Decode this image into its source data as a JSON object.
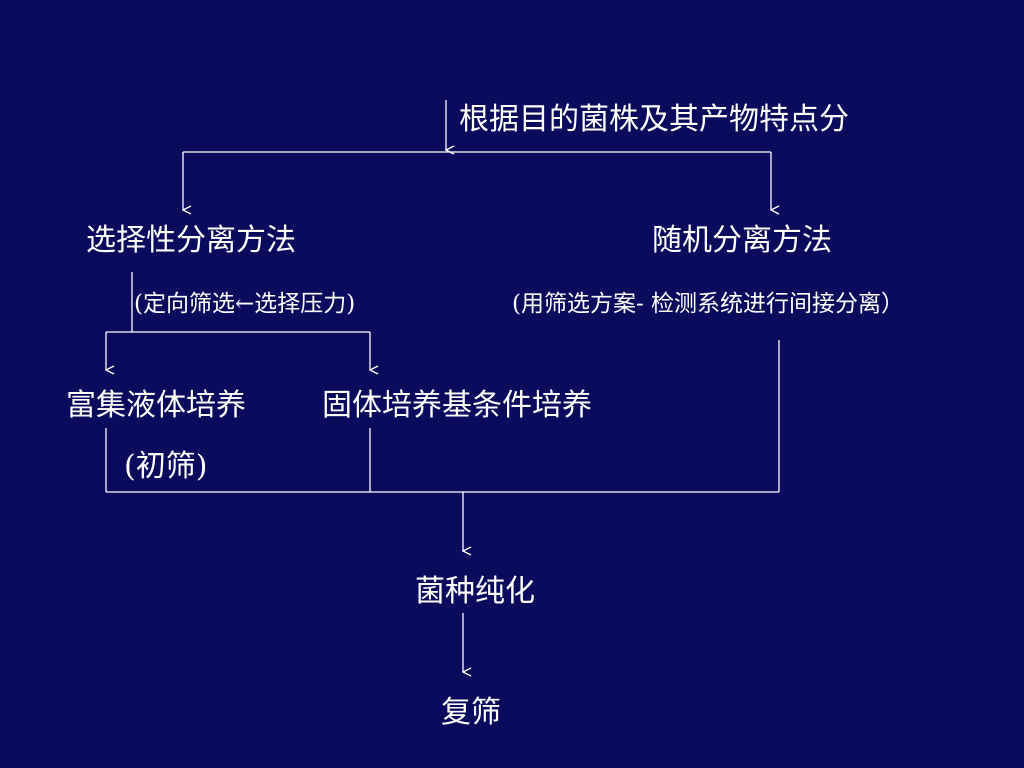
{
  "diagram": {
    "root_label": "根据目的菌株及其产物特点分",
    "branch_left": {
      "title": "选择性分离方法",
      "note": "(定向筛选←选择压力)",
      "children": [
        {
          "label": "富集液体培养",
          "note": "(初筛)"
        },
        {
          "label": "固体培养基条件培养"
        }
      ]
    },
    "branch_right": {
      "title": "随机分离方法",
      "note": "(用筛选方案- 检测系统进行间接分离）"
    },
    "merge_label": "菌种纯化",
    "final_label": "复筛"
  },
  "colors": {
    "background": "#0b0b5e",
    "text": "#ffffff",
    "line": "#ffffff"
  }
}
